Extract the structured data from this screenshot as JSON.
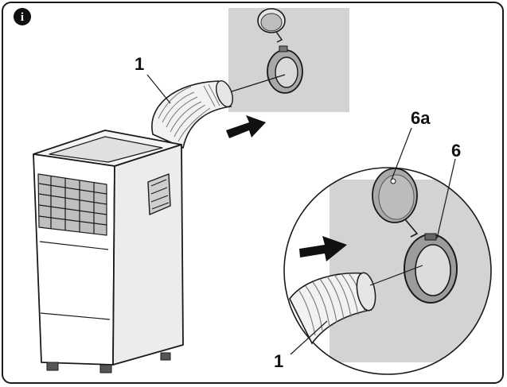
{
  "info_icon": {
    "glyph": "i",
    "name": "info-icon"
  },
  "labels": {
    "hose_top": "1",
    "hose_bottom": "1",
    "cap": "6a",
    "ring": "6"
  },
  "colors": {
    "wall": "#d3d3d3",
    "outline": "#1a1a1a",
    "unit_body": "#ffffff",
    "ring_fill": "#b5b5b5"
  }
}
